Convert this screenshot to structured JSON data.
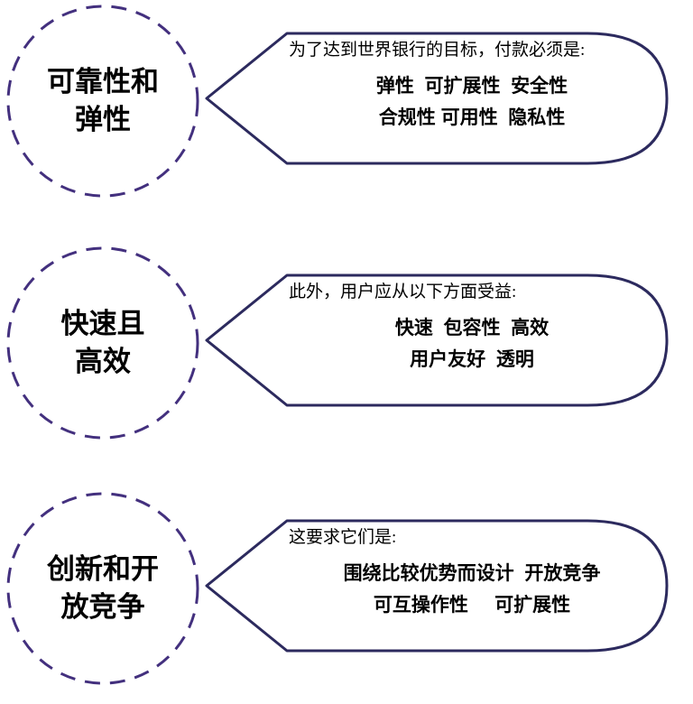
{
  "colors": {
    "circle_border": "#43307e",
    "callout_border": "#2c2a5e",
    "text": "#000000"
  },
  "rows": [
    {
      "circle_line1": "可靠性和",
      "circle_line2": "弹性",
      "lead": "为了达到世界银行的目标，付款必须是:",
      "items_line1": "弹性  可扩展性  安全性",
      "items_line2": "合规性 可用性  隐私性"
    },
    {
      "circle_line1": "快速且",
      "circle_line2": "高效",
      "lead": "此外，用户应从以下方面受益:",
      "items_line1": "快速  包容性  高效",
      "items_line2": "用户友好  透明"
    },
    {
      "circle_line1": "创新和开",
      "circle_line2": "放竞争",
      "lead": "这要求它们是:",
      "items_line1": "围绕比较优势而设计  开放竞争",
      "items_line2": "可互操作性     可扩展性"
    }
  ]
}
